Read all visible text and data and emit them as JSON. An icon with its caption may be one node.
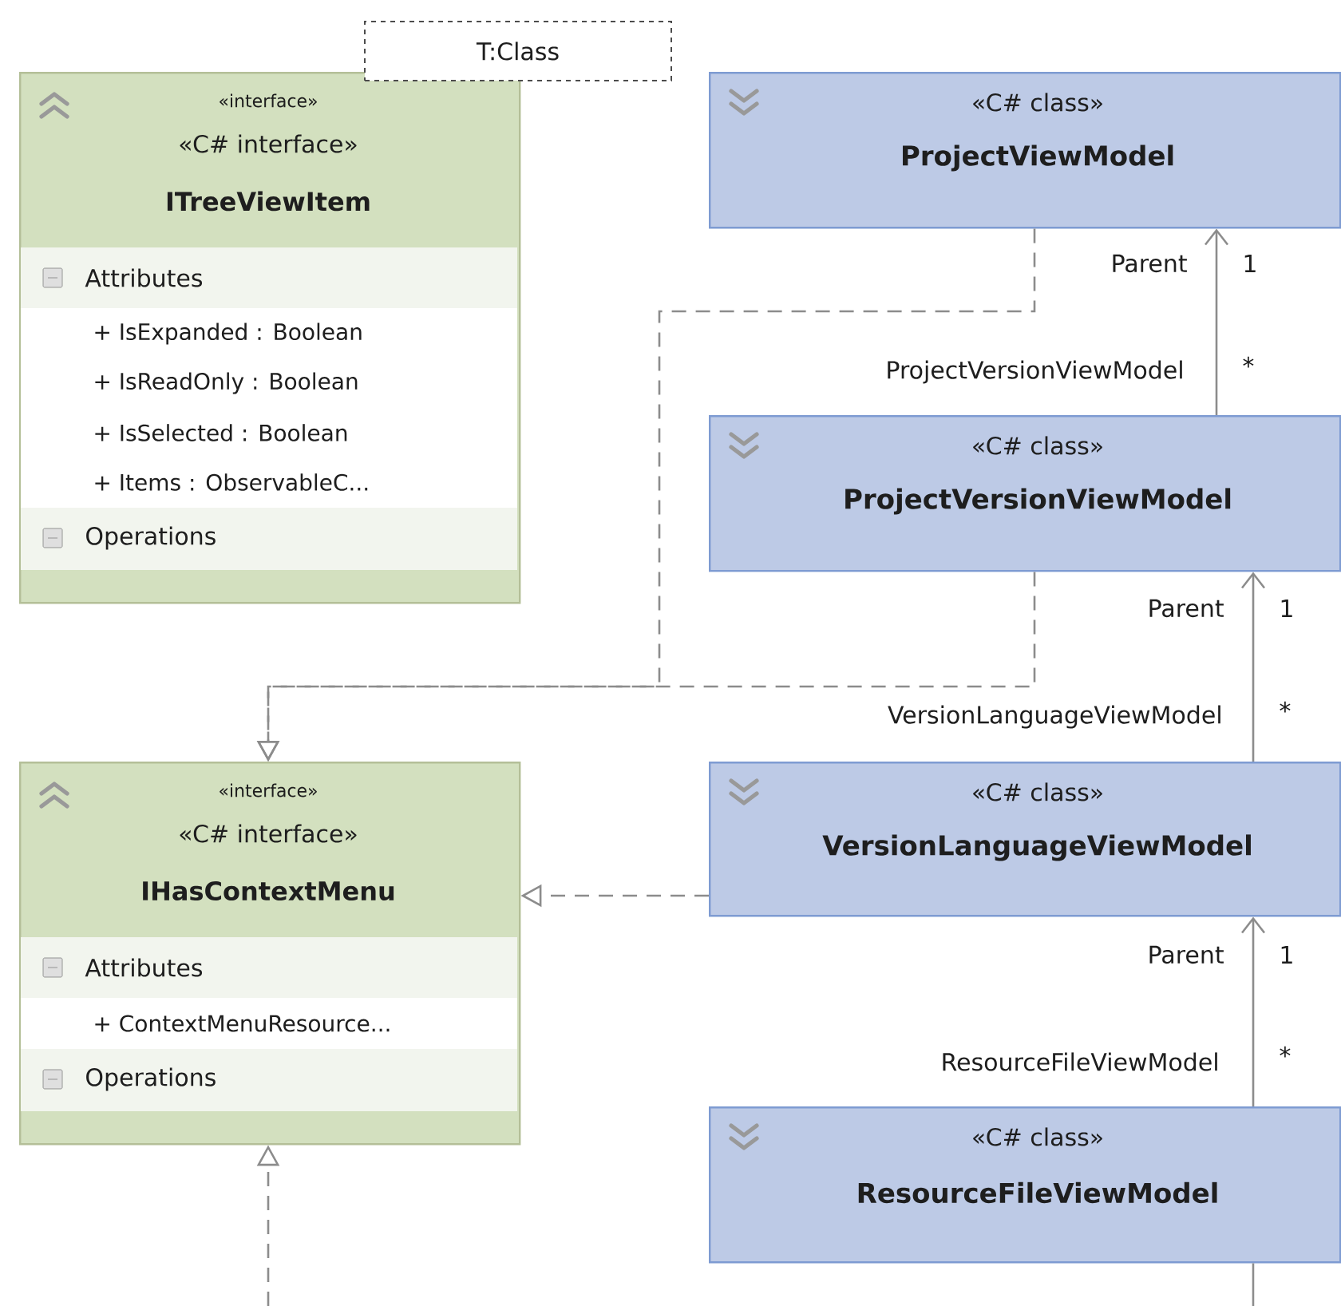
{
  "diagram": {
    "nodes": [
      {
        "text": [
          "«interface»",
          "«C# interface»",
          "ITreeViewItem",
          "Attributes",
          "+ IsExpanded : Boolean",
          "+ IsReadOnly : Boolean",
          "+ IsSelected : Boolean",
          "+ Items : ObservableC...",
          "Operations"
        ]
      },
      {
        "text": [
          "T:Class"
        ]
      },
      {
        "text": [
          "«C# class»",
          "ProjectViewModel"
        ]
      },
      {
        "text": [
          "«C# class»",
          "ProjectVersionViewModel"
        ]
      },
      {
        "text": [
          "«interface»",
          "«C# interface»",
          "IHasContextMenu",
          "Attributes",
          "+  ContextMenuResource...",
          "Operations"
        ]
      },
      {
        "text": [
          "«C# class»",
          "VersionLanguageViewModel"
        ]
      },
      {
        "text": [
          "«C# class»",
          "ResourceFileViewModel"
        ]
      }
    ],
    "edges": [
      {
        "from": 2,
        "to": 4,
        "arrow": "to",
        "style": "dashed"
      },
      {
        "from": 3,
        "to": 4,
        "arrow": "to",
        "style": "dashed"
      },
      {
        "from": 5,
        "to": 4,
        "arrow": "to",
        "style": "dashed"
      },
      {
        "from": null,
        "to": 4,
        "arrow": "to",
        "style": "dashed"
      },
      {
        "from": 3,
        "to": 2,
        "arrow": "to"
      },
      {
        "from": 5,
        "to": 3,
        "arrow": "to"
      },
      {
        "from": 6,
        "to": 5,
        "arrow": "to"
      },
      {
        "from": 6,
        "to": null,
        "arrow": "none"
      }
    ],
    "labels": [
      "Parent",
      "1",
      "ProjectVersionViewModel",
      "*",
      "Parent",
      "1",
      "VersionLanguageViewModel",
      "*",
      "Parent",
      "1",
      "ResourceFileViewModel",
      "*"
    ]
  }
}
